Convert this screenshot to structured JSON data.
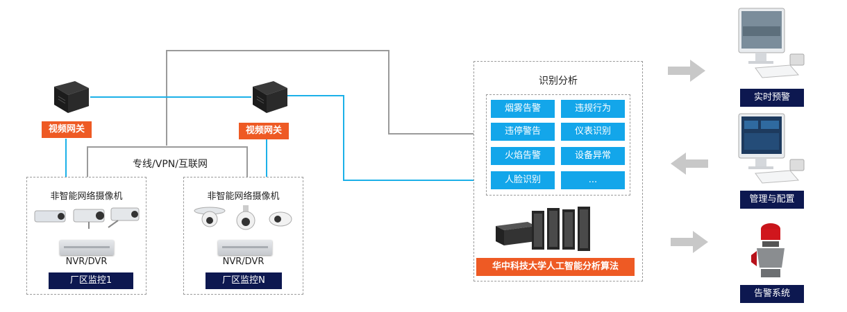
{
  "colors": {
    "orange": "#ee5a24",
    "navy": "#0d1850",
    "blue": "#13a6ea",
    "cyan_line": "#1bb0e8",
    "gray_line": "#9a9a9a"
  },
  "network": {
    "label": "专线/VPN/互联网"
  },
  "gateways": [
    {
      "label": "视频网关"
    },
    {
      "label": "视频网关"
    }
  ],
  "sites": [
    {
      "title": "非智能网络摄像机",
      "nvr_label": "NVR/DVR",
      "site_label": "厂区监控1"
    },
    {
      "title": "非智能网络摄像机",
      "nvr_label": "NVR/DVR",
      "site_label": "厂区监控N"
    }
  ],
  "analysis": {
    "title": "识别分析",
    "features": [
      "烟雾告警",
      "违规行为",
      "违停警告",
      "仪表识别",
      "火焰告警",
      "设备异常",
      "人脸识别",
      "..."
    ],
    "server_label": "华中科技大学人工智能分析算法"
  },
  "outputs": [
    {
      "label": "实时预警",
      "icon": "monitor-icon"
    },
    {
      "label": "管理与配置",
      "icon": "monitor-icon"
    },
    {
      "label": "告警系统",
      "icon": "alarm-light-icon"
    }
  ]
}
